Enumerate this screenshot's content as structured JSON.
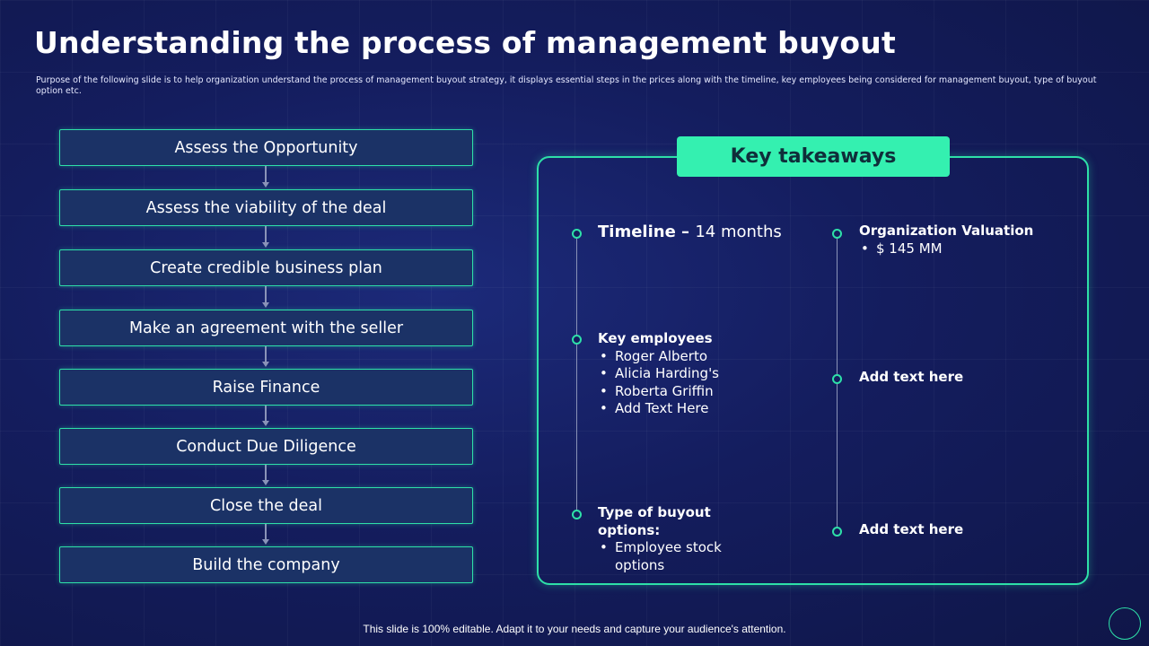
{
  "title": "Understanding the process of management buyout",
  "subtitle": "Purpose of the following slide is to help organization understand the process of management buyout strategy, it displays essential steps in the prices along with the timeline, key employees being considered for management buyout, type of buyout option etc.",
  "steps": [
    "Assess the Opportunity",
    "Assess the viability of the deal",
    "Create credible business plan",
    "Make an agreement with the seller",
    "Raise Finance",
    "Conduct Due Diligence",
    "Close the deal",
    "Build the company"
  ],
  "takeaways": {
    "heading": "Key takeaways",
    "timeline": {
      "label": "Timeline",
      "separator": " – ",
      "value": "14 months"
    },
    "employees": {
      "label": "Key employees",
      "names": [
        "Roger Alberto",
        "Alicia Harding's",
        "Roberta Griffin",
        "Add Text Here"
      ]
    },
    "buyout": {
      "label": "Type of buyout options:",
      "options": [
        "Employee stock options"
      ]
    },
    "valuation": {
      "label": "Organization Valuation",
      "values": [
        "$ 145 MM"
      ]
    },
    "placeholder_1": "Add text here",
    "placeholder_2": "Add text here"
  },
  "footer": "This slide is 100% editable. Adapt it to your needs and capture your audience's attention.",
  "colors": {
    "accent": "#2ee0a8",
    "badge": "#34f0b0",
    "background": "#141d5e",
    "step_fill": "#1b3266"
  }
}
